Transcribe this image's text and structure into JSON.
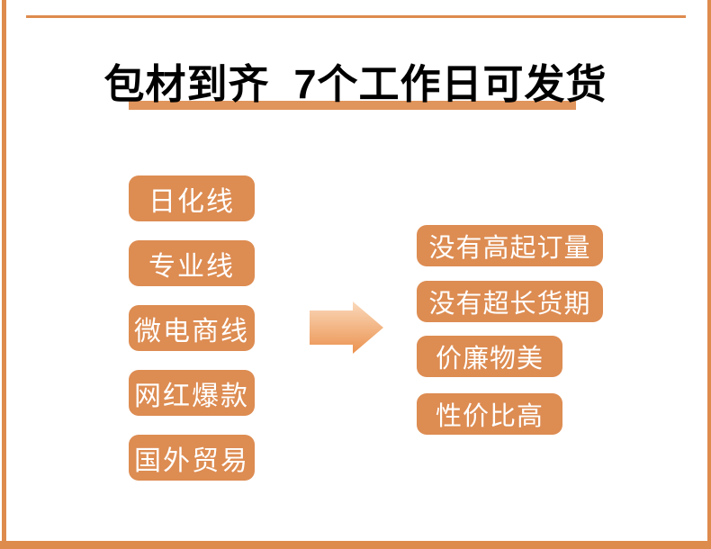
{
  "page": {
    "colors": {
      "accent": "#DD8C52",
      "border": "#DE8B4E",
      "underline": "#E0955C",
      "arrow-top": "#FAD9BB",
      "arrow-bottom": "#EB924F",
      "title-color": "#000000",
      "pill-text": "#FFFFFF"
    }
  },
  "header": {
    "title": "包材到齐  7个工作日可发货"
  },
  "left_column": {
    "items": [
      {
        "label": "日化线"
      },
      {
        "label": "专业线"
      },
      {
        "label": "微电商线"
      },
      {
        "label": "网红爆款"
      },
      {
        "label": "国外贸易"
      }
    ]
  },
  "arrow": {
    "icon": "right-arrow"
  },
  "right_column": {
    "items": [
      {
        "label": "没有高起订量"
      },
      {
        "label": "没有超长货期"
      },
      {
        "label": "价廉物美"
      },
      {
        "label": "性价比高"
      }
    ]
  }
}
